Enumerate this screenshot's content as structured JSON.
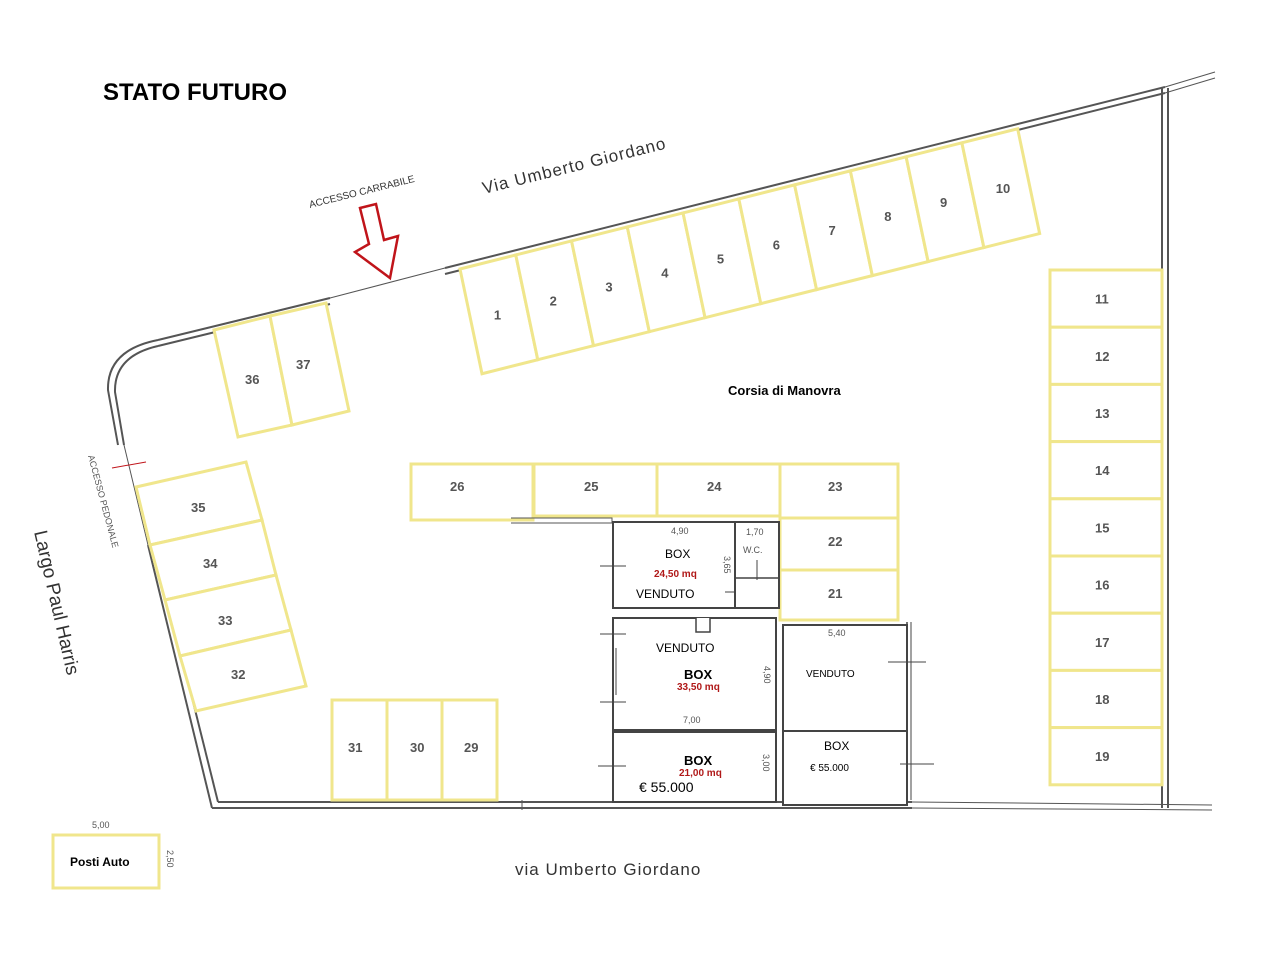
{
  "title": "STATO   FUTURO",
  "streets": {
    "top": "Via  Umberto  Giordano",
    "bottom": "via  Umberto  Giordano",
    "left": "Largo Paul Harris"
  },
  "access": {
    "vehicle": "ACCESSO CARRABILE",
    "pedestrian": "ACCESSO PEDONALE"
  },
  "lane_label": "Corsia  di  Manovra",
  "spots": {
    "s1": "1",
    "s2": "2",
    "s3": "3",
    "s4": "4",
    "s5": "5",
    "s6": "6",
    "s7": "7",
    "s8": "8",
    "s9": "9",
    "s10": "10",
    "s11": "11",
    "s12": "12",
    "s13": "13",
    "s14": "14",
    "s15": "15",
    "s16": "16",
    "s17": "17",
    "s18": "18",
    "s19": "19",
    "s21": "21",
    "s22": "22",
    "s23": "23",
    "s24": "24",
    "s25": "25",
    "s26": "26",
    "s29": "29",
    "s30": "30",
    "s31": "31",
    "s32": "32",
    "s33": "33",
    "s34": "34",
    "s35": "35",
    "s36": "36",
    "s37": "37"
  },
  "boxes": {
    "box_a": {
      "label": "BOX",
      "area": "24,50  mq",
      "status": "VENDUTO",
      "w": "4,90",
      "h": "3,65"
    },
    "wc": {
      "label": "W.C.",
      "w": "1,70"
    },
    "box_b": {
      "label": "BOX",
      "area": "33,50  mq",
      "status": "VENDUTO",
      "w": "7,00",
      "h": "4,90"
    },
    "box_c": {
      "label": "BOX",
      "area": "21,00  mq",
      "price": "€ 55.000",
      "h": "3,00"
    },
    "box_d": {
      "label": "VENDUTO",
      "w": "5,40"
    },
    "box_e": {
      "label": "BOX",
      "price": "€ 55.000"
    }
  },
  "legend": {
    "label": "Posti  Auto",
    "width": "5,00",
    "height": "2,50"
  },
  "colors": {
    "stall": "#f0e68c",
    "arrow": "#c0141a",
    "area_text": "#b01818"
  }
}
